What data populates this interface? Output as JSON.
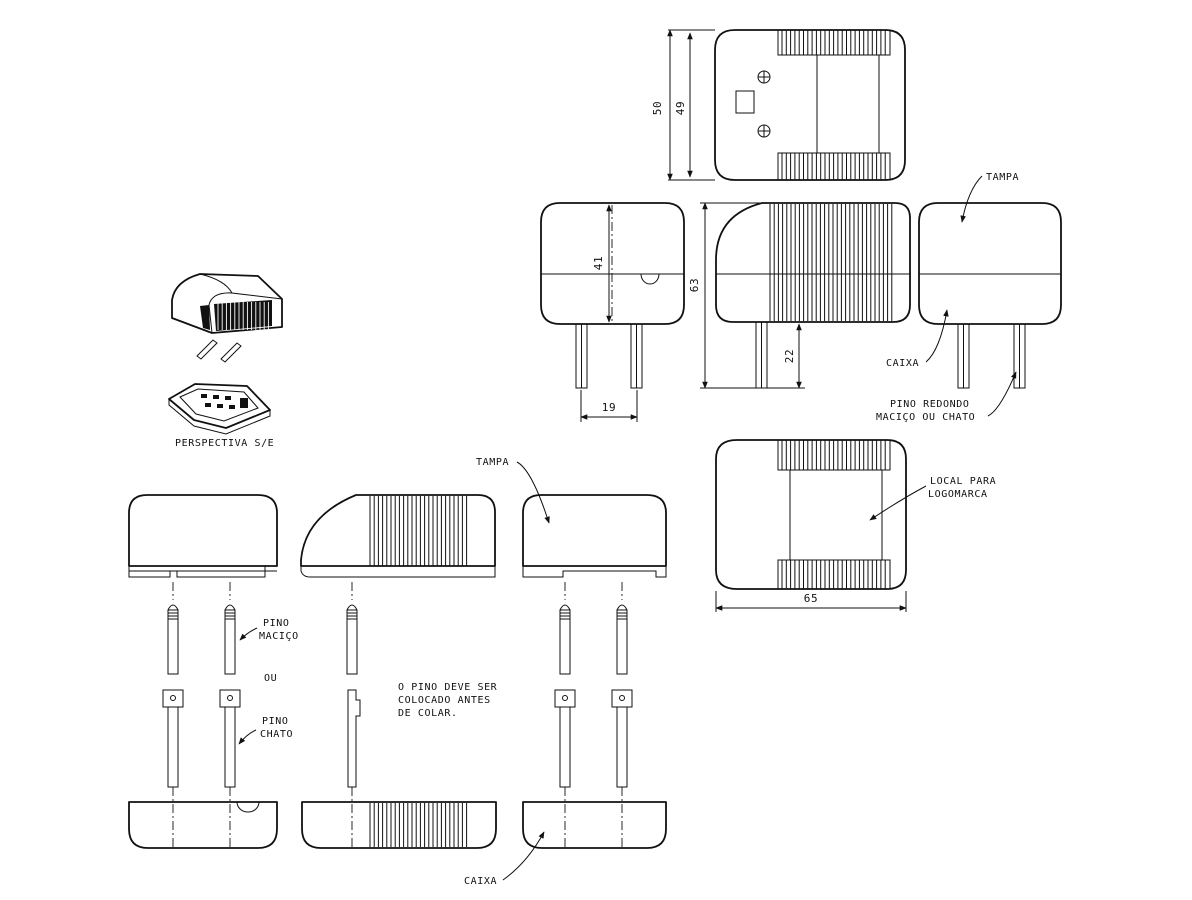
{
  "labels": {
    "tampa_right": "TAMPA",
    "caixa_right": "CAIXA",
    "pino_redondo_1": "PINO REDONDO",
    "pino_redondo_2": "MACIÇO OU CHATO",
    "local_1": "LOCAL PARA",
    "local_2": "LOGOMARCA",
    "perspectiva": "PERSPECTIVA S/E",
    "tampa_left": "TAMPA",
    "pino_macico_1": "PINO",
    "pino_macico_2": "MACIÇO",
    "ou": "OU",
    "pino_chato_1": "PINO",
    "pino_chato_2": "CHATO",
    "nota_1": "O PINO DEVE SER",
    "nota_2": "COLOCADO ANTES",
    "nota_3": "DE COLAR.",
    "caixa_left": "CAIXA"
  },
  "dimensions": {
    "d50": "50",
    "d49": "49",
    "d41": "41",
    "d63": "63",
    "d22": "22",
    "d19": "19",
    "d65": "65"
  }
}
